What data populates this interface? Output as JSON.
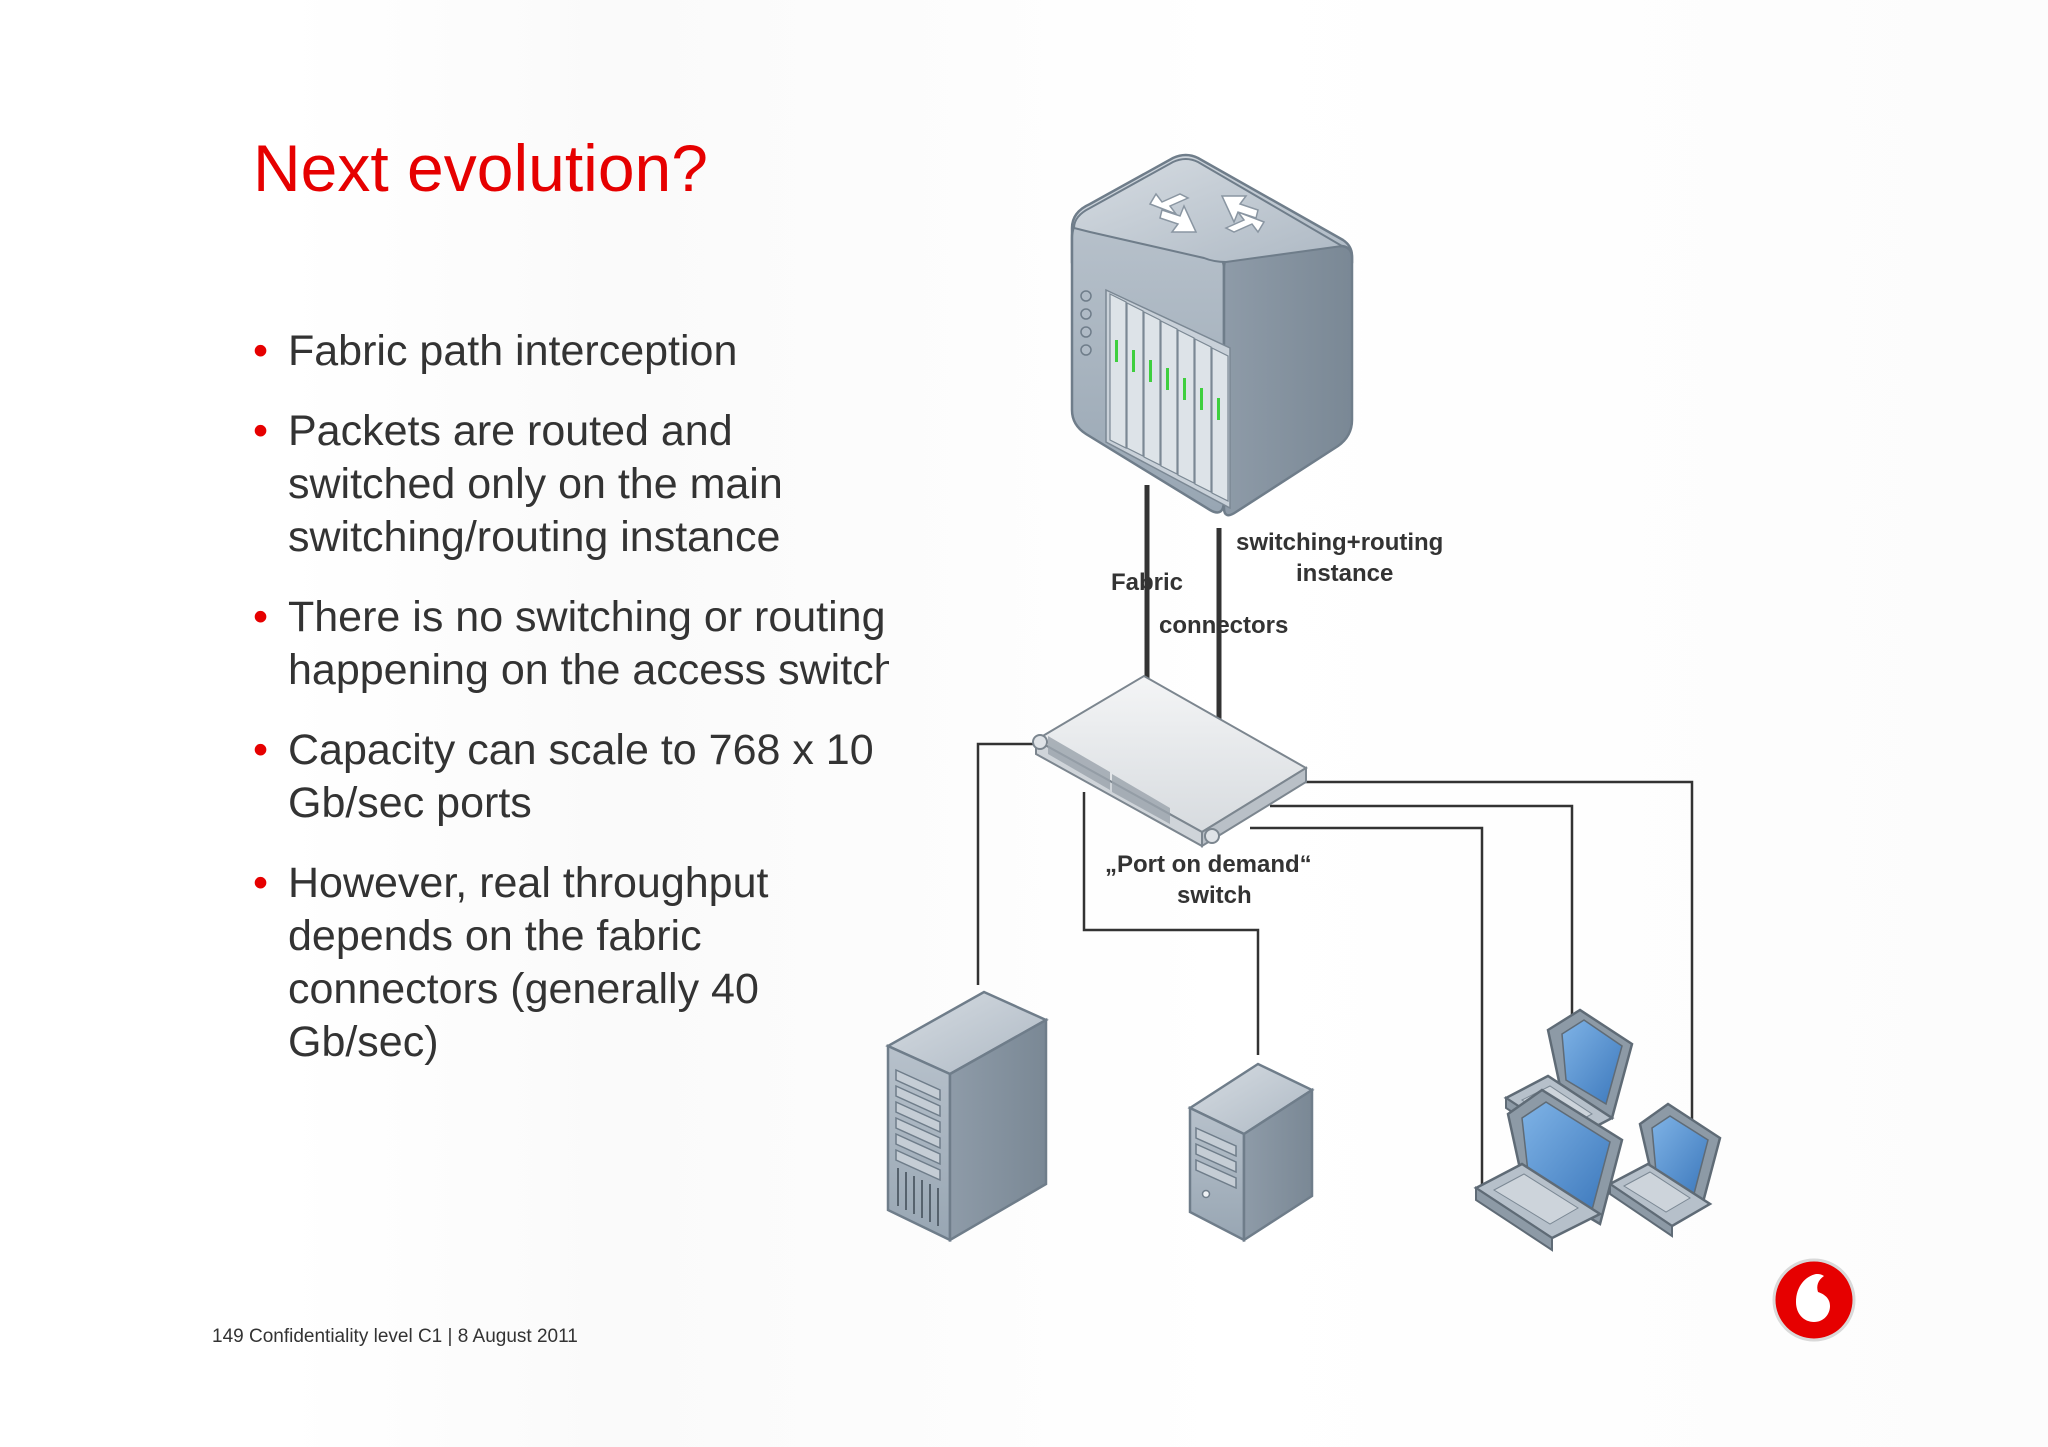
{
  "slide": {
    "title": "Next evolution?",
    "bullets": [
      "Fabric path interception",
      "Packets are routed and\nswitched only on the main\nswitching/routing instance",
      "There is no switching or routing\nhappening on the access switch",
      "Capacity can scale to 768 x 10\nGb/sec ports",
      "However, real throughput\ndepends on the fabric\nconnectors (generally 40\nGb/sec)"
    ],
    "footer": "149 Confidentiality level  C1 |   8 August 2011"
  },
  "diagram": {
    "labels": {
      "fabric": "Fabric",
      "connectors": "connectors",
      "instance_line1": "switching+routing",
      "instance_line2": "instance",
      "switch_line1": "„Port on demand“",
      "switch_line2": "switch"
    },
    "nodes": {
      "main_router": "router-chassis-icon",
      "access_switch": "rack-switch-icon",
      "server_large": "tower-server-icon",
      "server_small": "tower-server-icon",
      "laptops": "laptop-icon"
    }
  },
  "colors": {
    "accent": "#e60000",
    "text": "#333333",
    "device_body": "#a9b4be",
    "device_top": "#c9d0d8",
    "device_side": "#8d9aa6",
    "screen": "#4f8fd0"
  },
  "logo": "vodafone-logo-icon"
}
